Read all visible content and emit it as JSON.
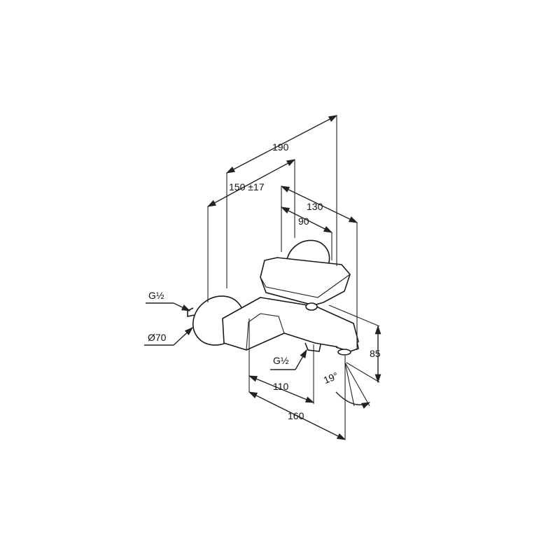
{
  "dimensions": {
    "overall_projection": "190",
    "inlet_centres": "150 ±17",
    "handle_depth": "130",
    "handle_inner": "90",
    "wall_thread": "G½",
    "escutcheon_diameter": "Ø70",
    "spout_thread": "G½",
    "spout_offset": "110",
    "spout_projection": "160",
    "height": "85",
    "spout_angle": "19°"
  }
}
